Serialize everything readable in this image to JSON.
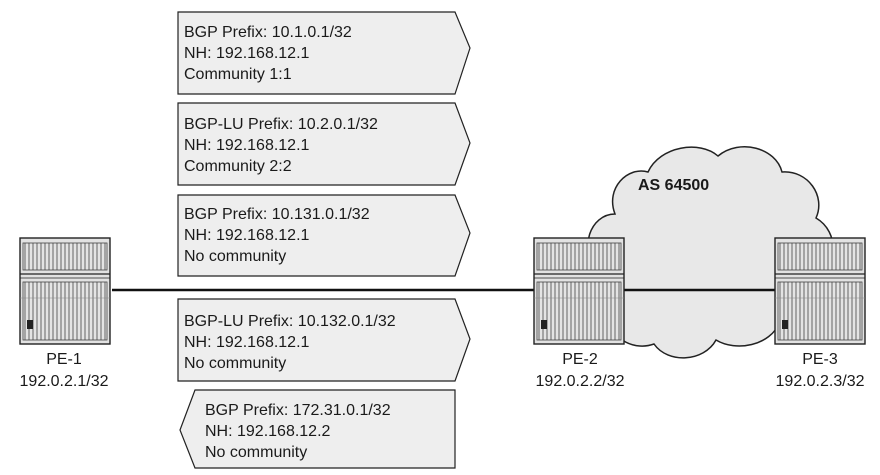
{
  "as_label": "AS 64500",
  "routers": [
    {
      "name": "PE-1",
      "address": "192.0.2.1/32"
    },
    {
      "name": "PE-2",
      "address": "192.0.2.2/32"
    },
    {
      "name": "PE-3",
      "address": "192.0.2.3/32"
    }
  ],
  "messages": [
    {
      "direction": "right",
      "lines": [
        "BGP Prefix: 10.1.0.1/32",
        "NH: 192.168.12.1",
        "Community 1:1"
      ]
    },
    {
      "direction": "right",
      "lines": [
        "BGP-LU Prefix: 10.2.0.1/32",
        "NH: 192.168.12.1",
        "Community 2:2"
      ]
    },
    {
      "direction": "right",
      "lines": [
        "BGP Prefix: 10.131.0.1/32",
        "NH: 192.168.12.1",
        "No community"
      ]
    },
    {
      "direction": "right",
      "lines": [
        "BGP-LU Prefix: 10.132.0.1/32",
        "NH: 192.168.12.1",
        "No community"
      ]
    },
    {
      "direction": "left",
      "lines": [
        "BGP Prefix: 172.31.0.1/32",
        "NH: 192.168.12.2",
        "No community"
      ]
    }
  ]
}
